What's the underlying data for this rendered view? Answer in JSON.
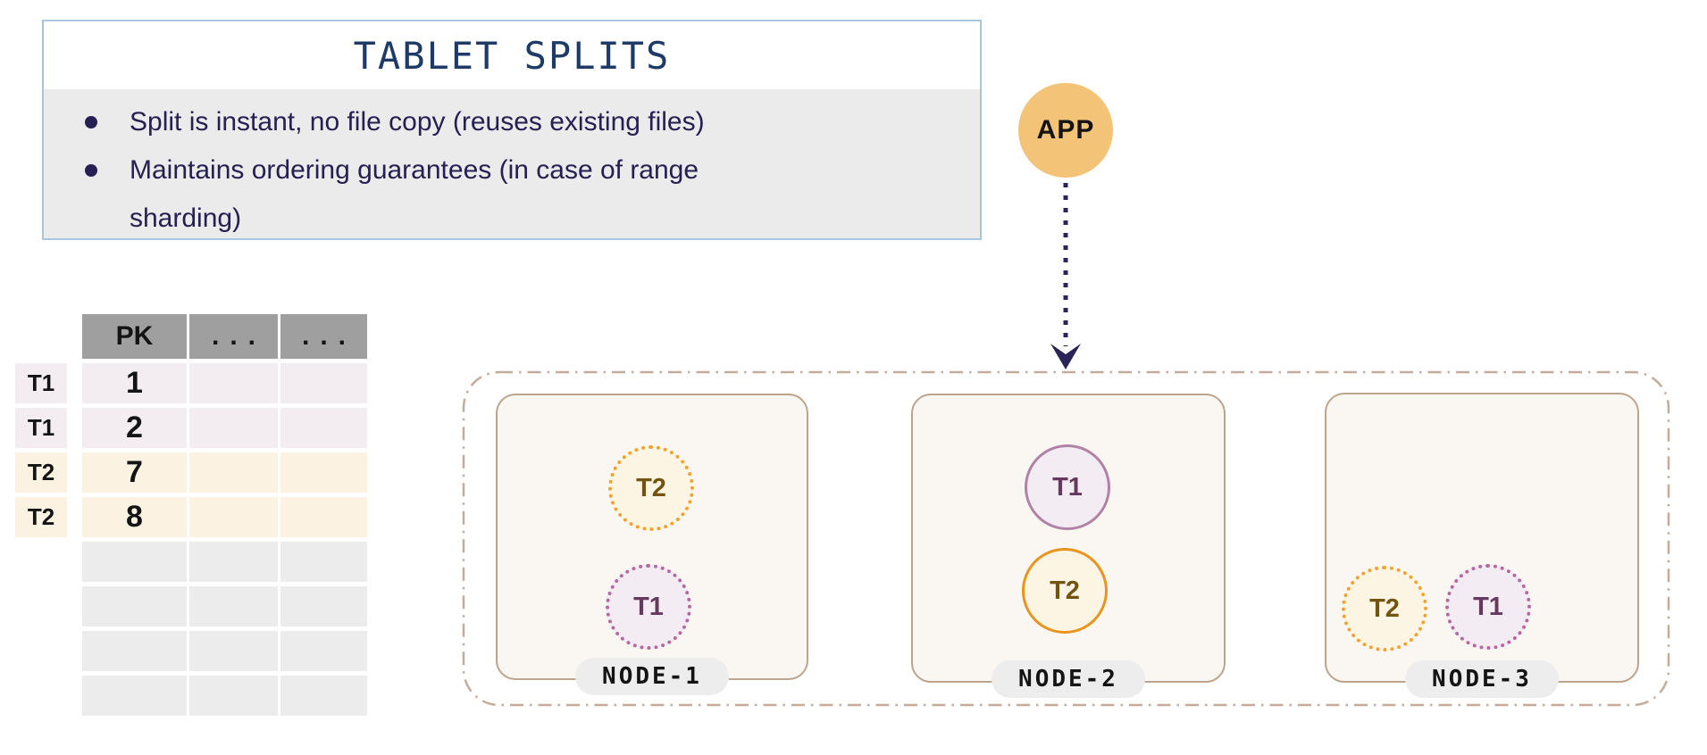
{
  "info_box": {
    "title": "TABLET SPLITS",
    "bullets": [
      "Split is instant, no file copy (reuses existing files)",
      "Maintains ordering guarantees (in case of range sharding)"
    ]
  },
  "app": {
    "label": "APP"
  },
  "table": {
    "headers": [
      "PK",
      "...",
      "..."
    ],
    "rows": [
      {
        "tablet": "T1",
        "pk": "1"
      },
      {
        "tablet": "T1",
        "pk": "2"
      },
      {
        "tablet": "T2",
        "pk": "7"
      },
      {
        "tablet": "T2",
        "pk": "8"
      }
    ],
    "empty_row_count": 4
  },
  "cluster": {
    "nodes": [
      {
        "name": "NODE-1",
        "tablets": [
          {
            "label": "T2",
            "style": "dotted",
            "color": "orange"
          },
          {
            "label": "T1",
            "style": "dotted",
            "color": "purple"
          }
        ]
      },
      {
        "name": "NODE-2",
        "tablets": [
          {
            "label": "T1",
            "style": "solid",
            "color": "purple"
          },
          {
            "label": "T2",
            "style": "solid",
            "color": "orange"
          }
        ]
      },
      {
        "name": "NODE-3",
        "tablets": [
          {
            "label": "T2",
            "style": "dotted",
            "color": "orange"
          },
          {
            "label": "T1",
            "style": "dotted",
            "color": "purple"
          }
        ]
      }
    ]
  },
  "colors": {
    "info_border": "#a9c5e2",
    "info_body_bg": "#ebebeb",
    "title_text": "#1e3a66",
    "body_text": "#262052",
    "app_circle": "#f3c377",
    "arrow": "#2a2558",
    "cluster_border": "#c4ab9a",
    "node_border": "#bca58e",
    "node_bg": "#faf7f3",
    "pill_bg": "#ededed",
    "table_header_bg": "#9f9f9f",
    "t1_row_bg": "#f3edf2",
    "t2_row_bg": "#fbf2e2",
    "empty_row_bg": "#ececec",
    "t1_border_solid": "#b083a5",
    "t1_border_dotted": "#b4699f",
    "t1_text": "#653a5e",
    "t2_border_solid": "#e8941f",
    "t2_border_dotted": "#f0a330",
    "t2_text": "#72540f"
  }
}
